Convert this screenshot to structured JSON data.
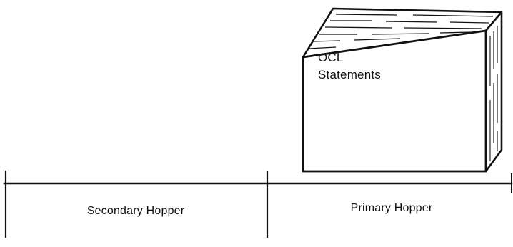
{
  "card_deck": {
    "line1": "OCL",
    "line2": "Statements"
  },
  "hoppers": {
    "secondary_label": "Secondary Hopper",
    "primary_label": "Primary Hopper"
  },
  "colors": {
    "ink": "#111111",
    "background": "#ffffff"
  }
}
